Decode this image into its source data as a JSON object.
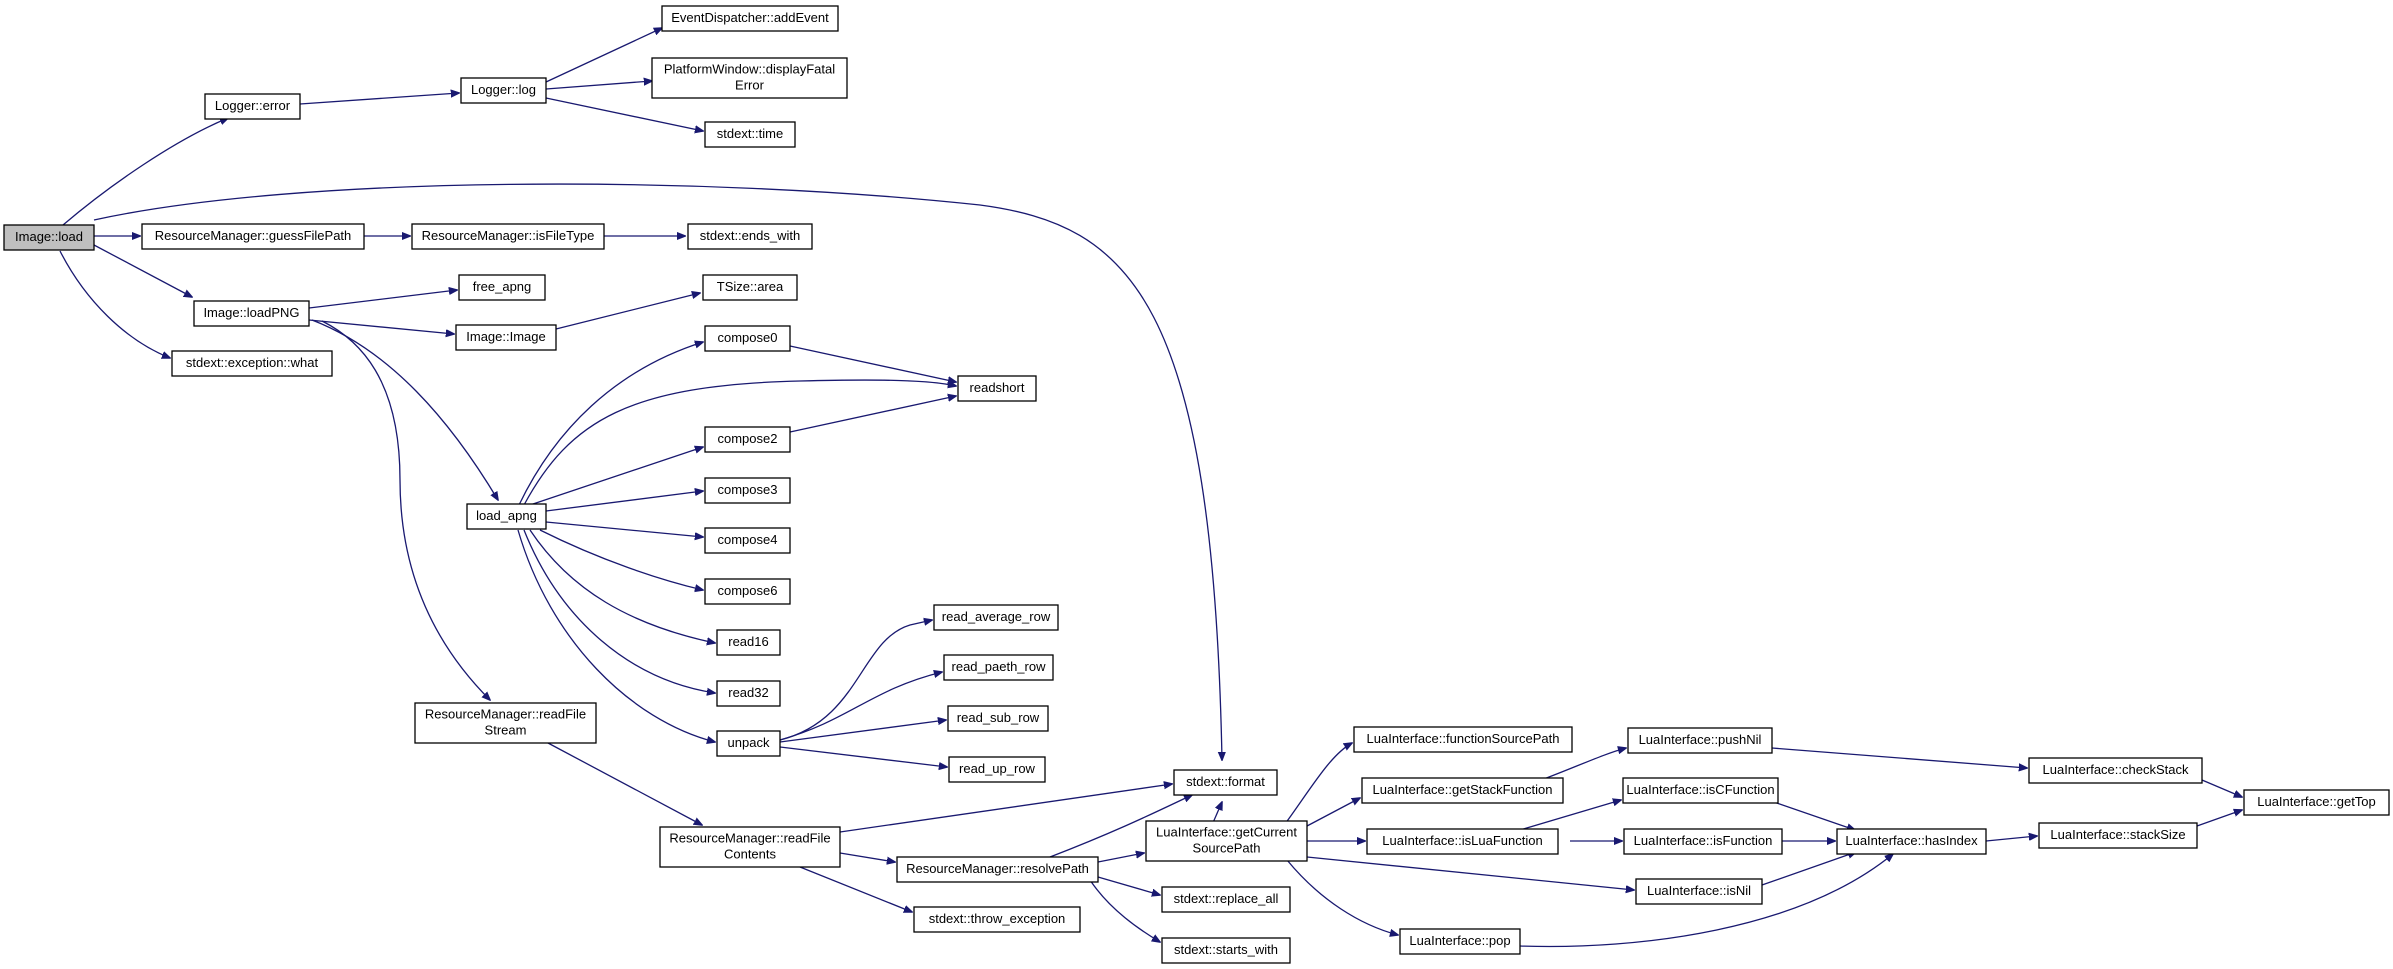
{
  "nodes": {
    "image_load": "Image::load",
    "logger_error": "Logger::error",
    "logger_log": "Logger::log",
    "event_add": "EventDispatcher::addEvent",
    "display_fatal_1": "PlatformWindow::displayFatal",
    "display_fatal_2": "Error",
    "stdext_time": "stdext::time",
    "guess_file_path": "ResourceManager::guessFilePath",
    "is_file_type": "ResourceManager::isFileType",
    "ends_with": "stdext::ends_with",
    "load_png": "Image::loadPNG",
    "exception_what": "stdext::exception::what",
    "free_apng": "free_apng",
    "image_ctor": "Image::Image",
    "tsize_area": "TSize::area",
    "compose0": "compose0",
    "readshort": "readshort",
    "compose2": "compose2",
    "compose3": "compose3",
    "compose4": "compose4",
    "compose6": "compose6",
    "load_apng": "load_apng",
    "read16": "read16",
    "read32": "read32",
    "unpack": "unpack",
    "read_average_row": "read_average_row",
    "read_paeth_row": "read_paeth_row",
    "read_sub_row": "read_sub_row",
    "read_up_row": "read_up_row",
    "read_file_stream_1": "ResourceManager::readFile",
    "read_file_stream_2": "Stream",
    "read_file_contents_1": "ResourceManager::readFile",
    "read_file_contents_2": "Contents",
    "resolve_path": "ResourceManager::resolvePath",
    "throw_exception": "stdext::throw_exception",
    "stdext_format": "stdext::format",
    "get_source_path_1": "LuaInterface::getCurrent",
    "get_source_path_2": "SourcePath",
    "replace_all": "stdext::replace_all",
    "starts_with": "stdext::starts_with",
    "function_source_path": "LuaInterface::functionSourcePath",
    "get_stack_function": "LuaInterface::getStackFunction",
    "is_lua_function": "LuaInterface::isLuaFunction",
    "lua_pop": "LuaInterface::pop",
    "push_nil": "LuaInterface::pushNil",
    "is_c_function": "LuaInterface::isCFunction",
    "is_function": "LuaInterface::isFunction",
    "is_nil": "LuaInterface::isNil",
    "has_index": "LuaInterface::hasIndex",
    "check_stack": "LuaInterface::checkStack",
    "stack_size": "LuaInterface::stackSize",
    "get_top": "LuaInterface::getTop"
  },
  "colors": {
    "edge": "#191970",
    "root_fill": "#bfbfbf",
    "node_fill": "#ffffff",
    "node_border": "#000000"
  }
}
